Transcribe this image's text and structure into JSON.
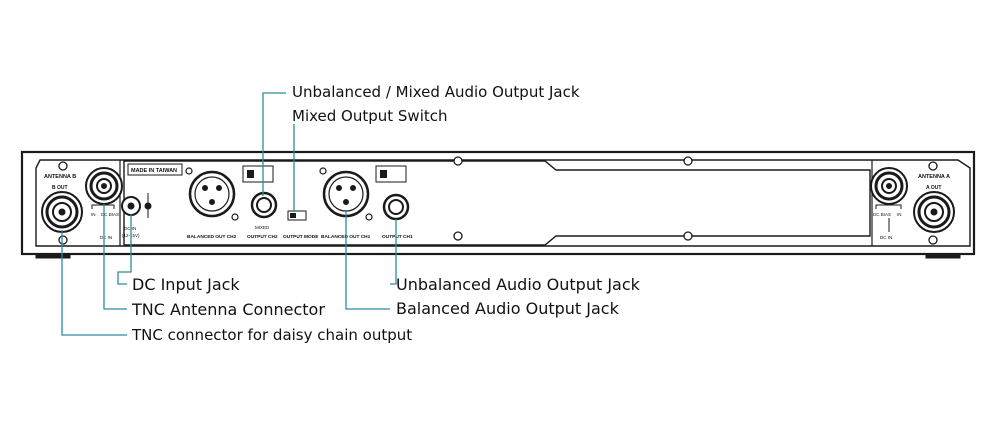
{
  "callouts": {
    "unbalanced_mixed_output": "Unbalanced / Mixed Audio Output Jack",
    "mixed_output_switch": "Mixed Output Switch",
    "dc_input_jack": "DC Input Jack",
    "tnc_antenna_connector": "TNC Antenna Connector",
    "tnc_daisy_chain": "TNC connector for daisy chain output",
    "unbalanced_audio_output": "Unbalanced Audio Output Jack",
    "balanced_audio_output": "Balanced Audio Output Jack"
  },
  "panel_labels": {
    "antenna_b": "ANTENNA B",
    "b_out": "B OUT",
    "antenna_a": "ANTENNA A",
    "a_out": "A OUT",
    "in_left": "IN",
    "dc_bias_left": "DC BIAS",
    "dc_in_left": "DC IN",
    "dc_bias_right": "DC BIAS",
    "in_right": "IN",
    "dc_in_right": "DC IN",
    "made_in": "MADE IN TAIWAN",
    "dc_in_jack": "DC IN",
    "dc_voltage": "(12-15V)",
    "balanced_out_ch2": "BALANCED OUT CH2",
    "mixed": "MIXED",
    "output_ch2": "OUTPUT CH2",
    "output_mode": "OUTPUT MODE",
    "balanced_out_ch1": "BALANCED OUT CH1",
    "output_ch1": "OUTPUT CH1"
  },
  "colors": {
    "leader_line": "#2f8a9e",
    "panel_stroke": "#1a1a1a",
    "panel_fill": "#ffffff"
  }
}
